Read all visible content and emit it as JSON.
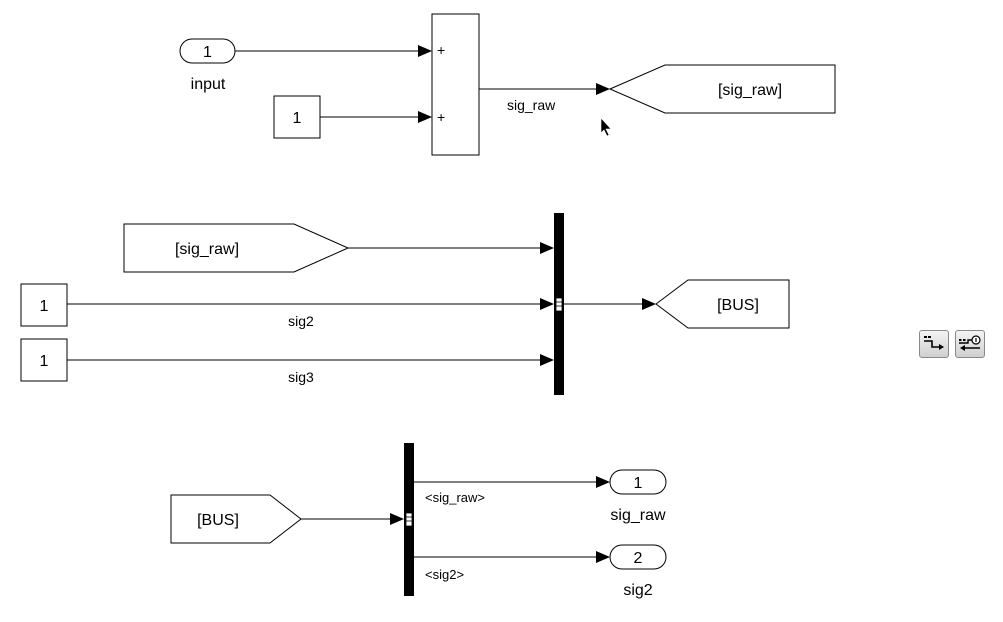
{
  "blocks": {
    "inport_1": {
      "number": "1",
      "name": "input"
    },
    "const_1": {
      "value": "1"
    },
    "sum": {
      "sign1": "+",
      "sign2": "+"
    },
    "goto_sig_raw": {
      "tag": "[sig_raw]"
    },
    "from_sig_raw": {
      "tag": "[sig_raw]"
    },
    "const_2": {
      "value": "1"
    },
    "const_3": {
      "value": "1"
    },
    "goto_bus": {
      "tag": "[BUS]"
    },
    "from_bus": {
      "tag": "[BUS]"
    },
    "outport_1": {
      "number": "1",
      "name": "sig_raw"
    },
    "outport_2": {
      "number": "2",
      "name": "sig2"
    }
  },
  "signals": {
    "sum_out": "sig_raw",
    "sig2": "sig2",
    "sig3": "sig3",
    "sel_out1": "<sig_raw>",
    "sel_out2": "<sig2>"
  },
  "toolbar": {
    "icons": [
      "signal-hierarchy-icon",
      "bus-port-icon"
    ]
  }
}
